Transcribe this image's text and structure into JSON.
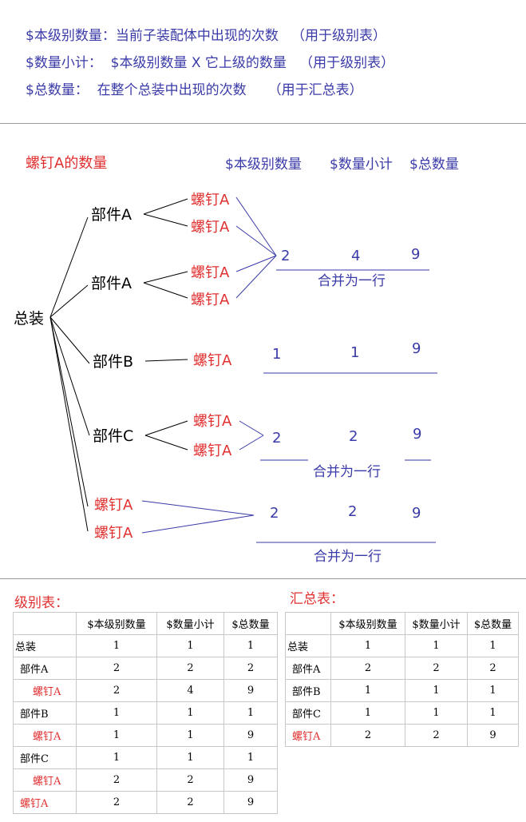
{
  "definitions": [
    "$本级别数量：当前子装配体中出现的次数   （用于级别表）",
    "$数量小计：  $本级别数量 X 它上级的数量   （用于级别表）",
    "$总数量：  在整个总装中出现的次数     （用于汇总表）"
  ],
  "diagram": {
    "title": "螺钉A的数量",
    "col_headers": [
      "$本级别数量",
      "$数量小计",
      "$总数量"
    ],
    "root": "总装",
    "parts": [
      "部件A",
      "部件A",
      "部件B",
      "部件C"
    ],
    "screw": "螺钉A",
    "value_rows": [
      {
        "values": [
          "2",
          "4",
          "9"
        ],
        "note": "合并为一行"
      },
      {
        "values": [
          "1",
          "1",
          "9"
        ],
        "note": ""
      },
      {
        "values": [
          "2",
          "2",
          "9"
        ],
        "note": "合并为一行"
      },
      {
        "values": [
          "2",
          "2",
          "9"
        ],
        "note": "合并为一行"
      }
    ],
    "colors": {
      "blue": "#3a3aa8",
      "red": "#e03030",
      "line": "#000000"
    }
  },
  "level_table": {
    "title": "级别表：",
    "headers": [
      "",
      "$本级别数量",
      "$数量小计",
      "$总数量"
    ],
    "rows": [
      {
        "name": "总装",
        "indent": 0,
        "red": false,
        "values": [
          "1",
          "1",
          "1"
        ]
      },
      {
        "name": "部件A",
        "indent": 1,
        "red": false,
        "values": [
          "2",
          "2",
          "2"
        ]
      },
      {
        "name": "螺钉A",
        "indent": 2,
        "red": true,
        "values": [
          "2",
          "4",
          "9"
        ]
      },
      {
        "name": "部件B",
        "indent": 1,
        "red": false,
        "values": [
          "1",
          "1",
          "1"
        ]
      },
      {
        "name": "螺钉A",
        "indent": 2,
        "red": true,
        "values": [
          "1",
          "1",
          "9"
        ]
      },
      {
        "name": "部件C",
        "indent": 1,
        "red": false,
        "values": [
          "1",
          "1",
          "1"
        ]
      },
      {
        "name": "螺钉A",
        "indent": 2,
        "red": true,
        "values": [
          "2",
          "2",
          "9"
        ]
      },
      {
        "name": "螺钉A",
        "indent": 1,
        "red": true,
        "values": [
          "2",
          "2",
          "9"
        ]
      }
    ]
  },
  "summary_table": {
    "title": "汇总表：",
    "headers": [
      "",
      "$本级别数量",
      "$数量小计",
      "$总数量"
    ],
    "rows": [
      {
        "name": "总装",
        "indent": 0,
        "red": false,
        "values": [
          "1",
          "1",
          "1"
        ]
      },
      {
        "name": "部件A",
        "indent": 1,
        "red": false,
        "values": [
          "2",
          "2",
          "2"
        ]
      },
      {
        "name": "部件B",
        "indent": 1,
        "red": false,
        "values": [
          "1",
          "1",
          "1"
        ]
      },
      {
        "name": "部件C",
        "indent": 1,
        "red": false,
        "values": [
          "1",
          "1",
          "1"
        ]
      },
      {
        "name": "螺钉A",
        "indent": 1,
        "red": true,
        "values": [
          "2",
          "2",
          "9"
        ]
      }
    ]
  }
}
